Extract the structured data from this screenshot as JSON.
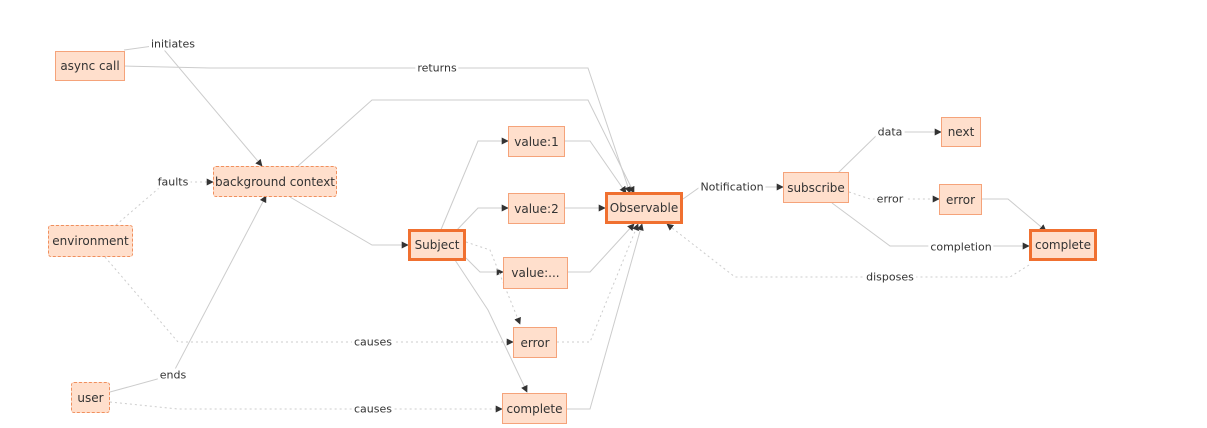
{
  "nodes": {
    "async_call": "async call",
    "background_context": "background context",
    "environment": "environment",
    "user": "user",
    "subject": "Subject",
    "value_1": "value:1",
    "value_2": "value:2",
    "value_more": "value:...",
    "error_mid": "error",
    "complete_mid": "complete",
    "observable": "Observable",
    "subscribe": "subscribe",
    "next": "next",
    "error_right": "error",
    "complete_right": "complete"
  },
  "edges": {
    "initiates": "initiates",
    "returns": "returns",
    "faults": "faults",
    "ends": "ends",
    "causes_env": "causes",
    "causes_user": "causes",
    "notification": "Notification",
    "data": "data",
    "error": "error",
    "completion": "completion",
    "disposes": "disposes"
  },
  "colors": {
    "node_fill": "#ffdfcc",
    "node_border": "#f5a37a",
    "highlight_border": "#f07030",
    "edge": "#cccccc",
    "arrow": "#333333"
  }
}
